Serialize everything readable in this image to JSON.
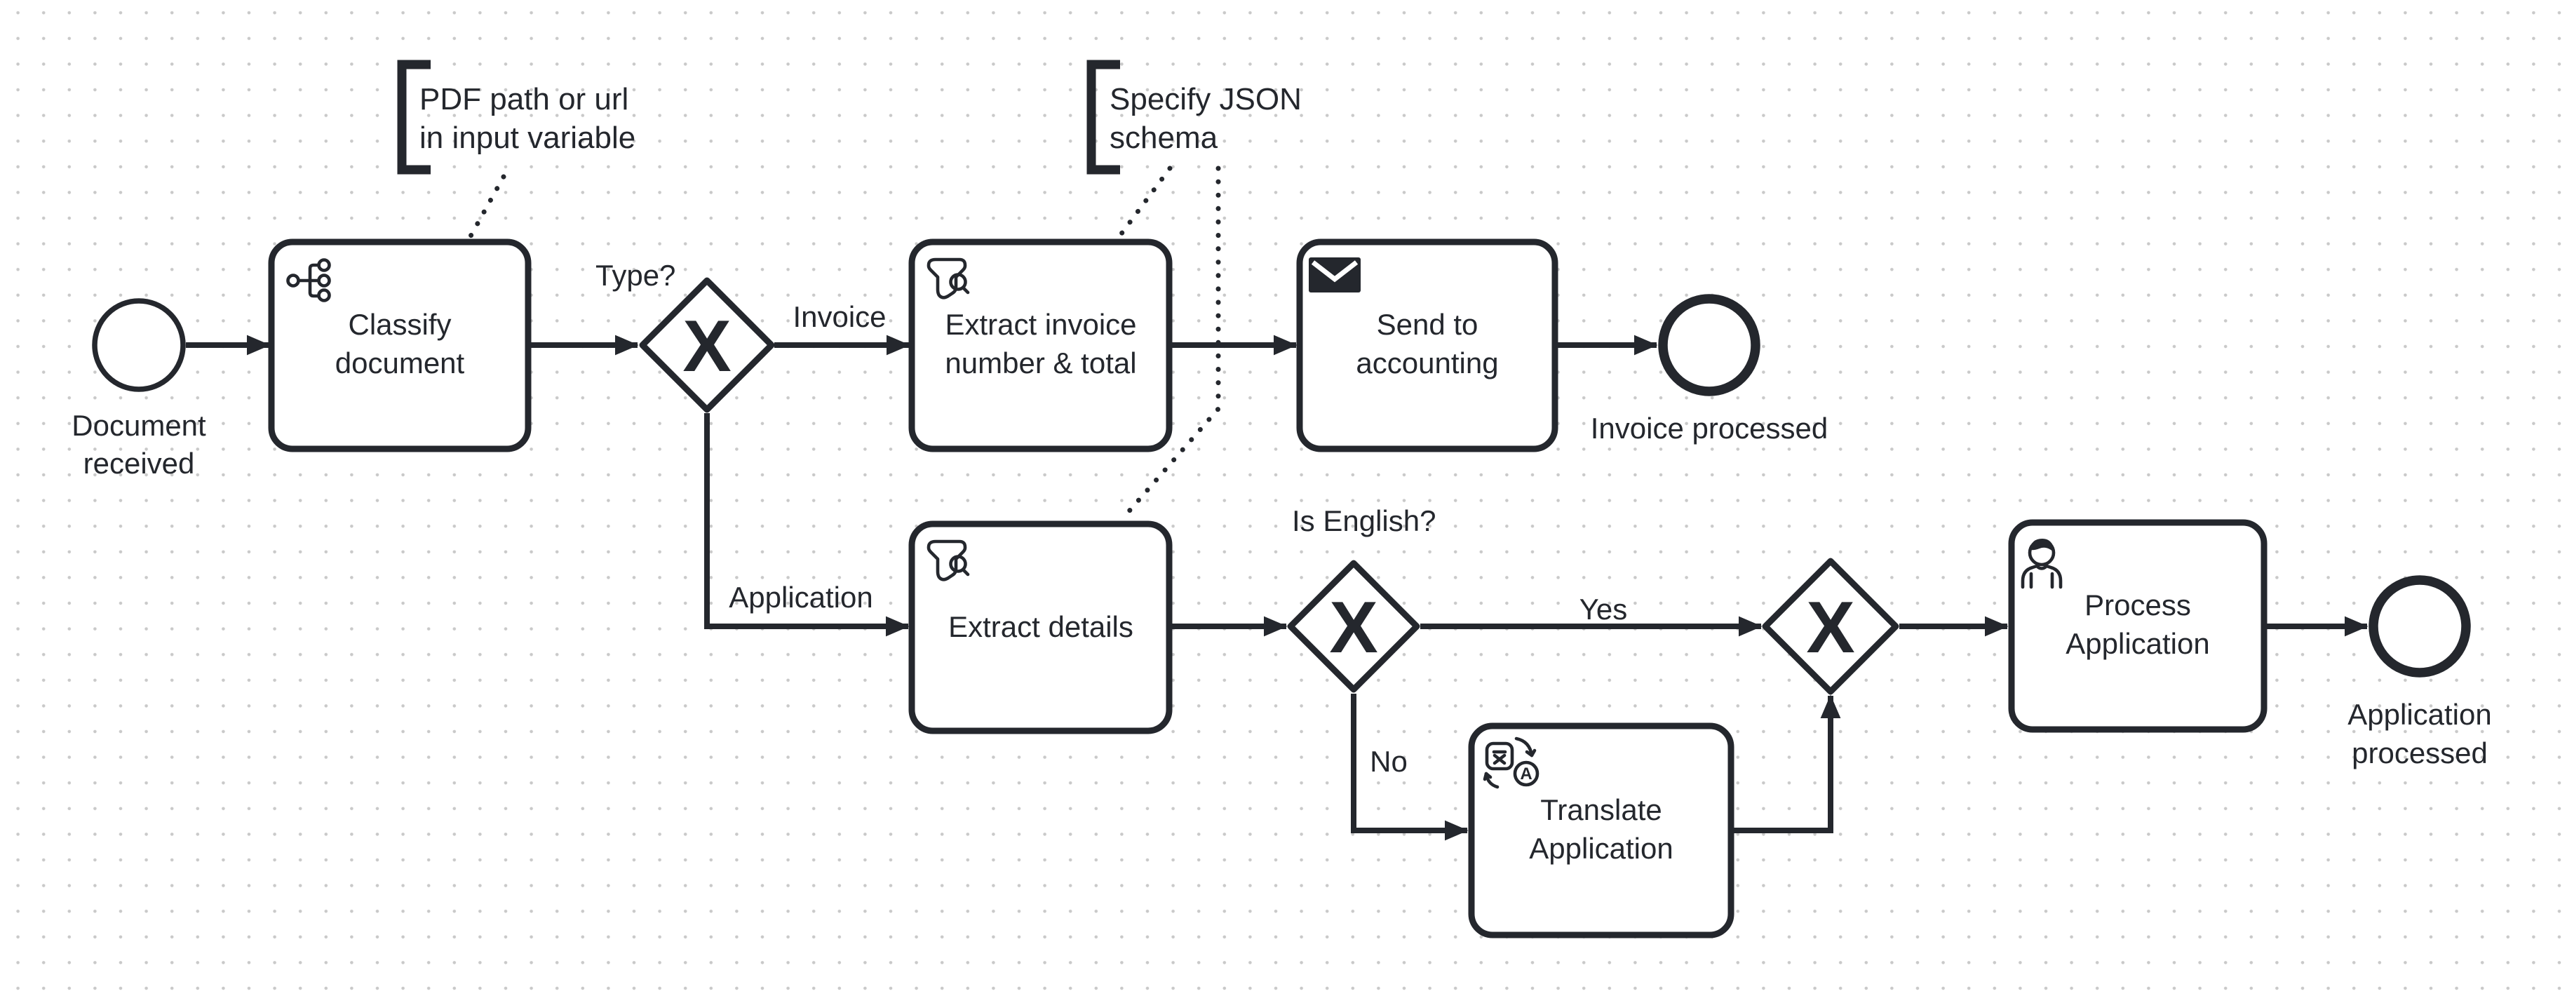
{
  "canvas": {
    "bg_color": "#ffffff",
    "dot_color": "#c9c9c9",
    "stroke_color": "#24272d"
  },
  "annotations": {
    "pdf": {
      "line1": "PDF path or url",
      "line2": "in input variable"
    },
    "json_schema": {
      "line1": "Specify JSON",
      "line2": "schema"
    }
  },
  "events": {
    "start": {
      "name_line1": "Document",
      "name_line2": "received"
    },
    "end_invoice": {
      "name": "Invoice processed"
    },
    "end_application": {
      "name_line1": "Application",
      "name_line2": "processed"
    }
  },
  "tasks": {
    "classify": {
      "line1": "Classify",
      "line2": "document",
      "icon": "decision-tree-icon"
    },
    "extract_invoice": {
      "line1": "Extract invoice",
      "line2": "number & total",
      "icon": "extract-search-icon"
    },
    "send_accounting": {
      "line1": "Send to",
      "line2": "accounting",
      "icon": "envelope-icon"
    },
    "extract_details": {
      "line1": "Extract details",
      "icon": "extract-search-icon"
    },
    "translate": {
      "line1": "Translate",
      "line2": "Application",
      "icon": "translate-icon"
    },
    "process": {
      "line1": "Process",
      "line2": "Application",
      "icon": "user-icon"
    }
  },
  "gateways": {
    "type": {
      "label": "Type?",
      "symbol": "X"
    },
    "is_english": {
      "label": "Is English?",
      "symbol": "X"
    },
    "merge": {
      "symbol": "X"
    }
  },
  "flow_labels": {
    "invoice": "Invoice",
    "application": "Application",
    "yes": "Yes",
    "no": "No"
  }
}
